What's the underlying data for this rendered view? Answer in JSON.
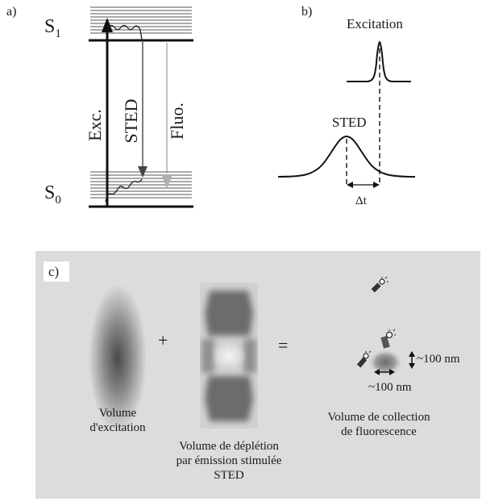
{
  "panel_a": {
    "label": "a)",
    "state_upper": "S",
    "state_upper_sub": "1",
    "state_lower": "S",
    "state_lower_sub": "0",
    "arrow_exc": "Exc.",
    "arrow_sted": "STED",
    "arrow_fluo": "Fluo."
  },
  "panel_b": {
    "label": "b)",
    "pulse_top": "Excitation",
    "pulse_bottom": "STED",
    "delay": "Δt"
  },
  "panel_c": {
    "label": "c)",
    "plus": "+",
    "equals": "=",
    "excitation_caption": [
      "Volume",
      "d'excitation"
    ],
    "depletion_caption": [
      "Volume de déplétion",
      "par émission stimulée",
      "STED"
    ],
    "collection_caption": [
      "Volume de collection",
      "de fluorescence"
    ],
    "size_vertical": "~100 nm",
    "size_horizontal": "~100 nm"
  }
}
